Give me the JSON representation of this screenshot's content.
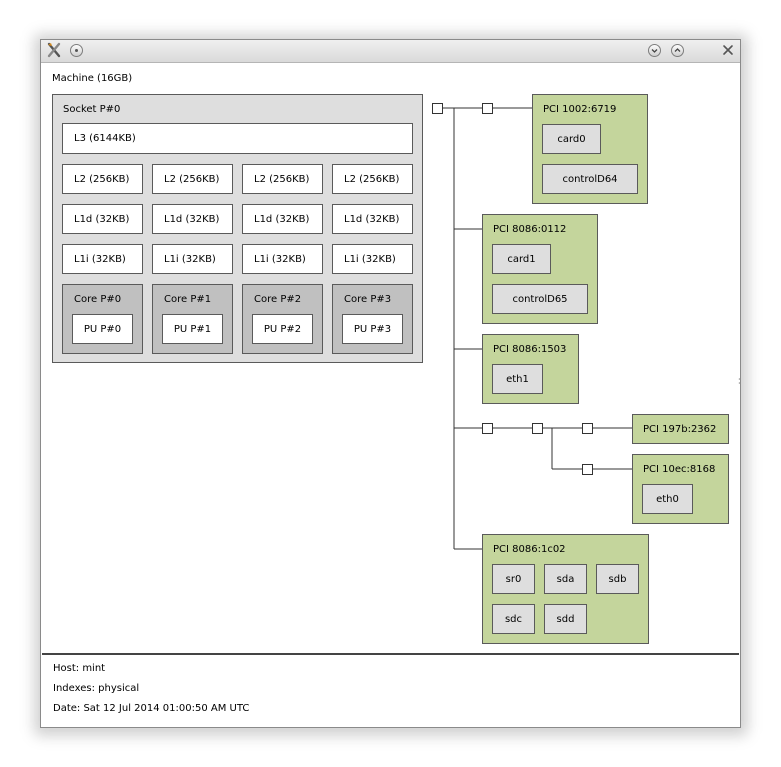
{
  "window": {
    "app_icon": "x-tools-icon",
    "buttons": [
      "menu-icon",
      "minimize-icon",
      "maximize-icon",
      "close-icon"
    ]
  },
  "machine": {
    "label": "Machine (16GB)",
    "socket": {
      "label": "Socket P#0",
      "l3": "L3 (6144KB)",
      "l2": [
        "L2 (256KB)",
        "L2 (256KB)",
        "L2 (256KB)",
        "L2 (256KB)"
      ],
      "l1d": [
        "L1d (32KB)",
        "L1d (32KB)",
        "L1d (32KB)",
        "L1d (32KB)"
      ],
      "l1i": [
        "L1i (32KB)",
        "L1i (32KB)",
        "L1i (32KB)",
        "L1i (32KB)"
      ],
      "cores": [
        {
          "label": "Core P#0",
          "pu": "PU P#0"
        },
        {
          "label": "Core P#1",
          "pu": "PU P#1"
        },
        {
          "label": "Core P#2",
          "pu": "PU P#2"
        },
        {
          "label": "Core P#3",
          "pu": "PU P#3"
        }
      ]
    }
  },
  "pci": {
    "p6719": {
      "label": "PCI 1002:6719",
      "devices": [
        "card0",
        "controlD64"
      ]
    },
    "p0112": {
      "label": "PCI 8086:0112",
      "devices": [
        "card1",
        "controlD65"
      ]
    },
    "p1503": {
      "label": "PCI 8086:1503",
      "devices": [
        "eth1"
      ]
    },
    "p2362": {
      "label": "PCI 197b:2362"
    },
    "p8168": {
      "label": "PCI 10ec:8168",
      "devices": [
        "eth0"
      ]
    },
    "p1c02": {
      "label": "PCI 8086:1c02",
      "devices": [
        "sr0",
        "sda",
        "sdb",
        "sdc",
        "sdd"
      ]
    }
  },
  "footer": {
    "host": "Host: mint",
    "indexes": "Indexes: physical",
    "date": "Date: Sat 12 Jul 2014 01:00:50 AM UTC"
  },
  "colors": {
    "pci_green": "#c4d59c",
    "device_gray": "#dedede",
    "core_gray": "#c0c0c0",
    "socket_gray": "#dedede"
  }
}
